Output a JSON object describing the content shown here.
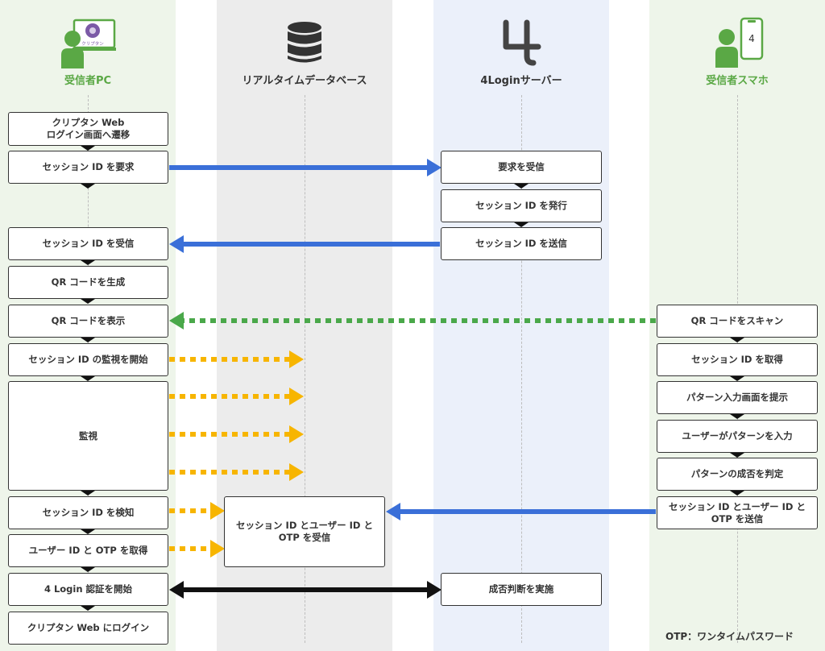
{
  "actors": {
    "pc": "受信者PC",
    "db": "リアルタイムデータベース",
    "server": "4Loginサーバー",
    "phone": "受信者スマホ"
  },
  "icons": {
    "pc": "person-with-monitor-icon",
    "db": "database-icon",
    "server": "4login-logo-icon",
    "phone": "person-with-smartphone-icon",
    "monitor_logo_text": "クリプタン",
    "phone_screen_text": "4"
  },
  "colors": {
    "pc_lane": "#eef5ea",
    "db_lane": "#ececec",
    "server_lane": "#ebf0fa",
    "phone_lane": "#eef5ea",
    "actor_green": "#5aa845",
    "blue_arrow": "#3a6fd8",
    "green_arrow": "#4aa84a",
    "yellow_arrow": "#f7b500",
    "black_arrow": "#111111"
  },
  "pc_steps": [
    "クリプタン Web\nログイン画面へ遷移",
    "セッション ID を要求",
    "セッション ID を受信",
    "QR コードを生成",
    "QR コードを表示",
    "セッション ID の監視を開始",
    "監視",
    "セッション ID を検知",
    "ユーザー ID と OTP を取得",
    "4 Login 認証を開始",
    "クリプタン Web にログイン"
  ],
  "db_steps": [
    "セッション ID とユーザー ID と\nOTP を受信"
  ],
  "server_steps": [
    "要求を受信",
    "セッション ID を発行",
    "セッション ID を送信",
    "成否判断を実施"
  ],
  "phone_steps": [
    "QR コードをスキャン",
    "セッション ID を取得",
    "パターン入力画面を提示",
    "ユーザーがパターンを入力",
    "パターンの成否を判定",
    "セッション ID とユーザー ID と\nOTP を送信"
  ],
  "footnote": "OTP：ワンタイムパスワード"
}
